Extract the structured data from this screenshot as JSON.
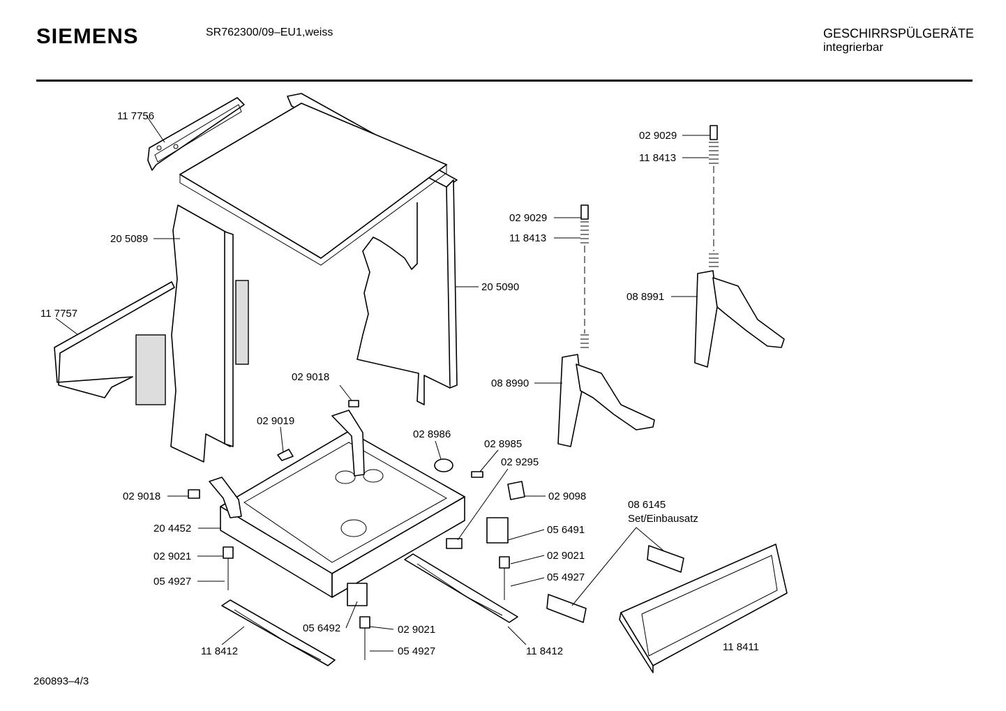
{
  "header": {
    "brand": "SIEMENS",
    "model": "SR762300/09–EU1,weiss",
    "category_line1": "GESCHIRRSPÜLGERÄTE",
    "category_line2": "integrierbar"
  },
  "footer": {
    "code": "260893–4/3"
  },
  "parts": {
    "p117756": "11 7756",
    "p205089": "20 5089",
    "p117757": "11 7757",
    "p205090": "20 5090",
    "p029029a": "02 9029",
    "p118413a": "11 8413",
    "p029029b": "02 9029",
    "p118413b": "11 8413",
    "p088991": "08 8991",
    "p088990": "08 8990",
    "p029018a": "02 9018",
    "p029019": "02 9019",
    "p028986": "02 8986",
    "p028985": "02 8985",
    "p029295": "02 9295",
    "p029098": "02 9098",
    "p029018b": "02 9018",
    "p204452": "20 4452",
    "p056491": "05 6491",
    "p029021a": "02 9021",
    "p054927a": "05 4927",
    "p029021b": "02 9021",
    "p054927b": "05 4927",
    "p056492": "05 6492",
    "p029021c": "02 9021",
    "p054927c": "05 4927",
    "p118412a": "11 8412",
    "p118412b": "11 8412",
    "p086145": "08 6145",
    "set": "Set/Einbausatz",
    "p118411": "11 8411"
  }
}
